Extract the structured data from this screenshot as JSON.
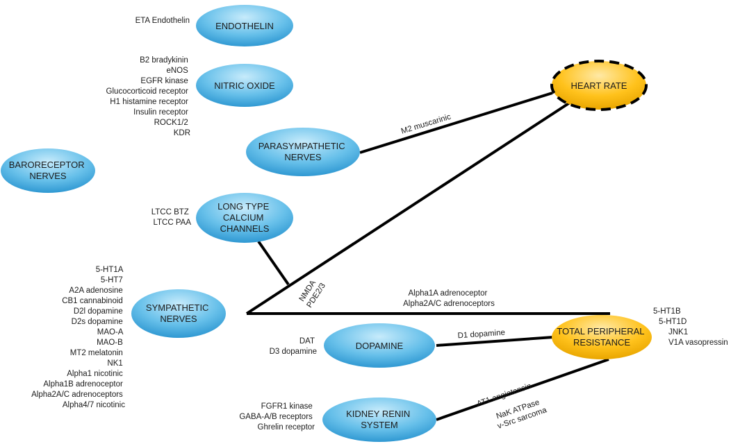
{
  "nodes": {
    "endothelin": {
      "lines": [
        "ENDOTHELIN"
      ]
    },
    "nitric_oxide": {
      "lines": [
        "NITRIC OXIDE"
      ]
    },
    "heart_rate": {
      "lines": [
        "HEART RATE"
      ]
    },
    "parasympathetic": {
      "lines": [
        "PARASYMPATHETIC",
        "NERVES"
      ]
    },
    "baroreceptor": {
      "lines": [
        "BARORECEPTOR",
        "NERVES"
      ]
    },
    "calcium": {
      "lines": [
        "LONG TYPE",
        "CALCIUM",
        "CHANNELS"
      ]
    },
    "sympathetic": {
      "lines": [
        "SYMPATHETIC",
        "NERVES"
      ]
    },
    "dopamine": {
      "lines": [
        "DOPAMINE"
      ]
    },
    "tpr": {
      "lines": [
        "TOTAL PERIPHERAL",
        "RESISTANCE"
      ]
    },
    "kidney": {
      "lines": [
        "KIDNEY RENIN",
        "SYSTEM"
      ]
    }
  },
  "target_lists": {
    "endothelin": [
      "ETA Endothelin"
    ],
    "nitric_oxide": [
      "B2 bradykinin",
      "eNOS",
      "EGFR kinase",
      "Glucocorticoid receptor",
      "H1 histamine receptor",
      "Insulin receptor",
      "ROCK1/2",
      "KDR"
    ],
    "calcium": [
      "LTCC BTZ",
      "LTCC PAA"
    ],
    "sympathetic": [
      "5-HT1A",
      "5-HT7",
      "A2A adenosine",
      "CB1 cannabinoid",
      "D2l dopamine",
      "D2s dopamine",
      "MAO-A",
      "MAO-B",
      "MT2 melatonin",
      "NK1",
      "Alpha1 nicotinic",
      "Alpha1B adrenoceptor",
      "Alpha2A/C adrenoceptors",
      "Alpha4/7 nicotinic"
    ],
    "dopamine": [
      "DAT",
      "D3 dopamine"
    ],
    "kidney": [
      "FGFR1 kinase",
      "GABA-A/B receptors",
      "Ghrelin receptor"
    ],
    "tpr": [
      "5-HT1B",
      "5-HT1D",
      "JNK1",
      "V1A vasopressin"
    ]
  },
  "edge_labels": {
    "m2": [
      "M2 muscarinic"
    ],
    "nmda": [
      "NMDA",
      "PDE2/3"
    ],
    "alpha": [
      "Alpha1A adrenoceptor",
      "Alpha2A/C adrenoceptors"
    ],
    "d1": [
      "D1 dopamine"
    ],
    "kidney": [
      "AT1 angiotensin",
      "NaK ATPase",
      "v-Src sarcoma"
    ]
  },
  "colors": {
    "blue_node": "#3aa6dd",
    "blue_node_light": "#bfe6f8",
    "gold_node": "#f5b400",
    "gold_node_light": "#ffe29a",
    "edge": "#000000"
  }
}
